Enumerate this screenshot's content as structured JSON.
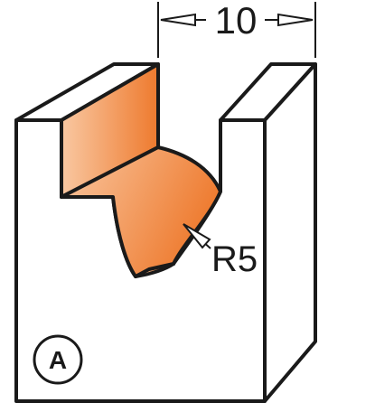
{
  "dimension_width": {
    "value_text": "10"
  },
  "dimension_radius": {
    "value_text": "R5"
  },
  "view_marker": {
    "letter": "A"
  },
  "colors": {
    "outline": "#1a1a1a",
    "face_fill": "#ffffff",
    "cut_surface_light": "#f9c8a2",
    "cut_surface_dark": "#ee7a2e"
  }
}
